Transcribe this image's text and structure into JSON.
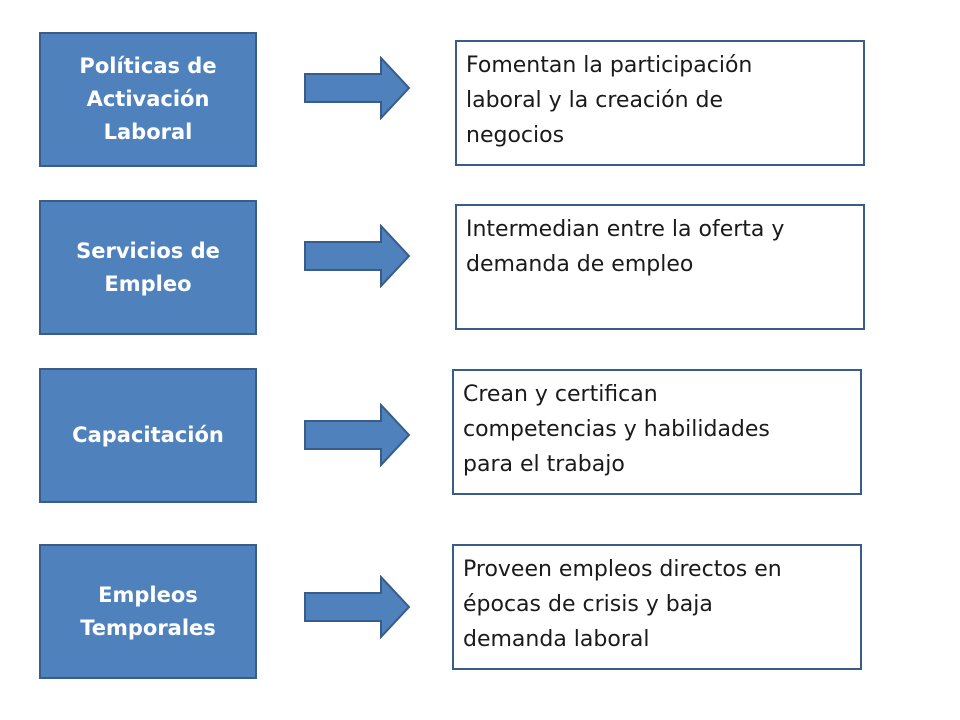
{
  "colors": {
    "box_fill": "#4f81bd",
    "box_border": "#385d8a",
    "label_text": "#ffffff",
    "description_text": "#1a1a1a"
  },
  "rows": [
    {
      "label": "Políticas de\nActivación\nLaboral",
      "description": "Fomentan la participación\nlaboral y la creación de\nnegocios"
    },
    {
      "label": "Servicios de\nEmpleo",
      "description": "Intermedian entre la oferta y\ndemanda de empleo"
    },
    {
      "label": "Capacitación",
      "description": "Crean y certifican\ncompetencias y habilidades\npara el trabajo"
    },
    {
      "label": "Empleos\nTemporales",
      "description": "Proveen empleos directos en\népocas de crisis y baja\ndemanda laboral"
    }
  ]
}
